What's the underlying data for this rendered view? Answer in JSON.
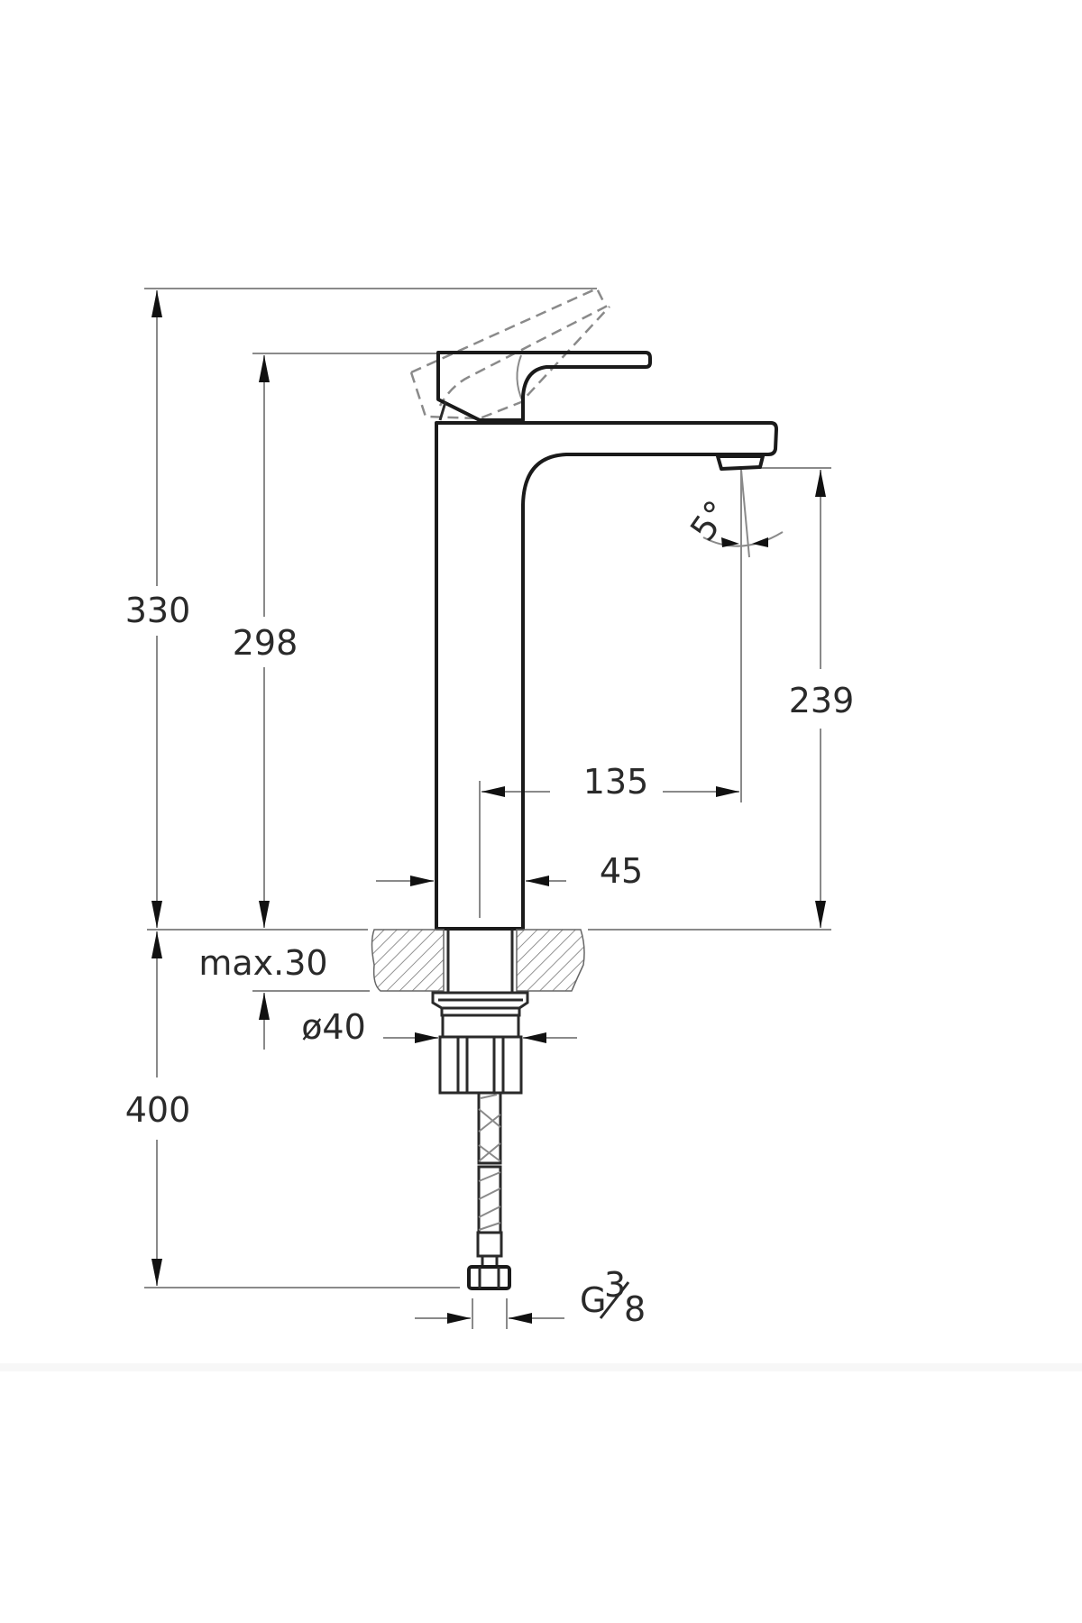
{
  "drawing": {
    "subject": "Tall basin mixer faucet technical drawing",
    "units": "mm",
    "dimensions": {
      "total_height_lever_open": "330",
      "height_to_lever_top": "298",
      "spout_outlet_height": "239",
      "spout_reach": "135",
      "body_width": "45",
      "max_counter_thickness": "max.30",
      "mounting_hole_diameter": "ø40",
      "hose_length": "400",
      "hose_connection": "G",
      "hose_thread_num": "3",
      "hose_thread_den": "8",
      "outlet_angle": "5°"
    },
    "colors": {
      "outline": "#1a1a1a",
      "dimension_line": "#8a8a8a",
      "background": "#ffffff"
    }
  }
}
